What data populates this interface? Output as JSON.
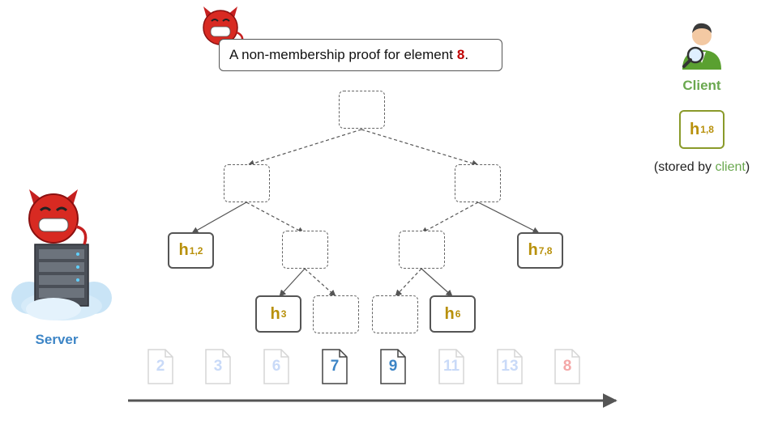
{
  "speech": {
    "text": "A non-membership proof for element",
    "highlight": "8",
    "end": "."
  },
  "tree": {
    "nodes": [
      {
        "id": "root",
        "style": "dashed"
      },
      {
        "id": "l1-left",
        "style": "dashed"
      },
      {
        "id": "l1-right",
        "style": "dashed"
      },
      {
        "id": "h12",
        "style": "solid",
        "label": "h",
        "sub": "1,2"
      },
      {
        "id": "l2-b",
        "style": "dashed"
      },
      {
        "id": "l2-c",
        "style": "dashed"
      },
      {
        "id": "h78",
        "style": "solid",
        "label": "h",
        "sub": "7,8"
      },
      {
        "id": "h3",
        "style": "solid",
        "label": "h",
        "sub": "3"
      },
      {
        "id": "l3-b",
        "style": "dashed"
      },
      {
        "id": "l3-c",
        "style": "dashed"
      },
      {
        "id": "h6",
        "style": "solid",
        "label": "h",
        "sub": "6"
      }
    ]
  },
  "leaves": [
    {
      "label": "2",
      "state": "faded"
    },
    {
      "label": "3",
      "state": "faded"
    },
    {
      "label": "6",
      "state": "faded"
    },
    {
      "label": "7",
      "state": "active"
    },
    {
      "label": "9",
      "state": "active"
    },
    {
      "label": "11",
      "state": "faded"
    },
    {
      "label": "13",
      "state": "faded"
    },
    {
      "label": "8",
      "state": "missing"
    }
  ],
  "client": {
    "label": "Client",
    "stored_hash": {
      "label": "h",
      "sub": "1,8"
    },
    "stored_prefix": "(stored by ",
    "stored_who": "client",
    "stored_suffix": ")"
  },
  "server": {
    "label": "Server"
  },
  "colors": {
    "hash": "#b8900a",
    "client": "#6aa84f",
    "server": "#3d85c6",
    "highlight": "#c00000",
    "leaf_active": "#3d85c6",
    "leaf_faded": "#c9daf8",
    "leaf_missing": "#f4a7a7"
  }
}
